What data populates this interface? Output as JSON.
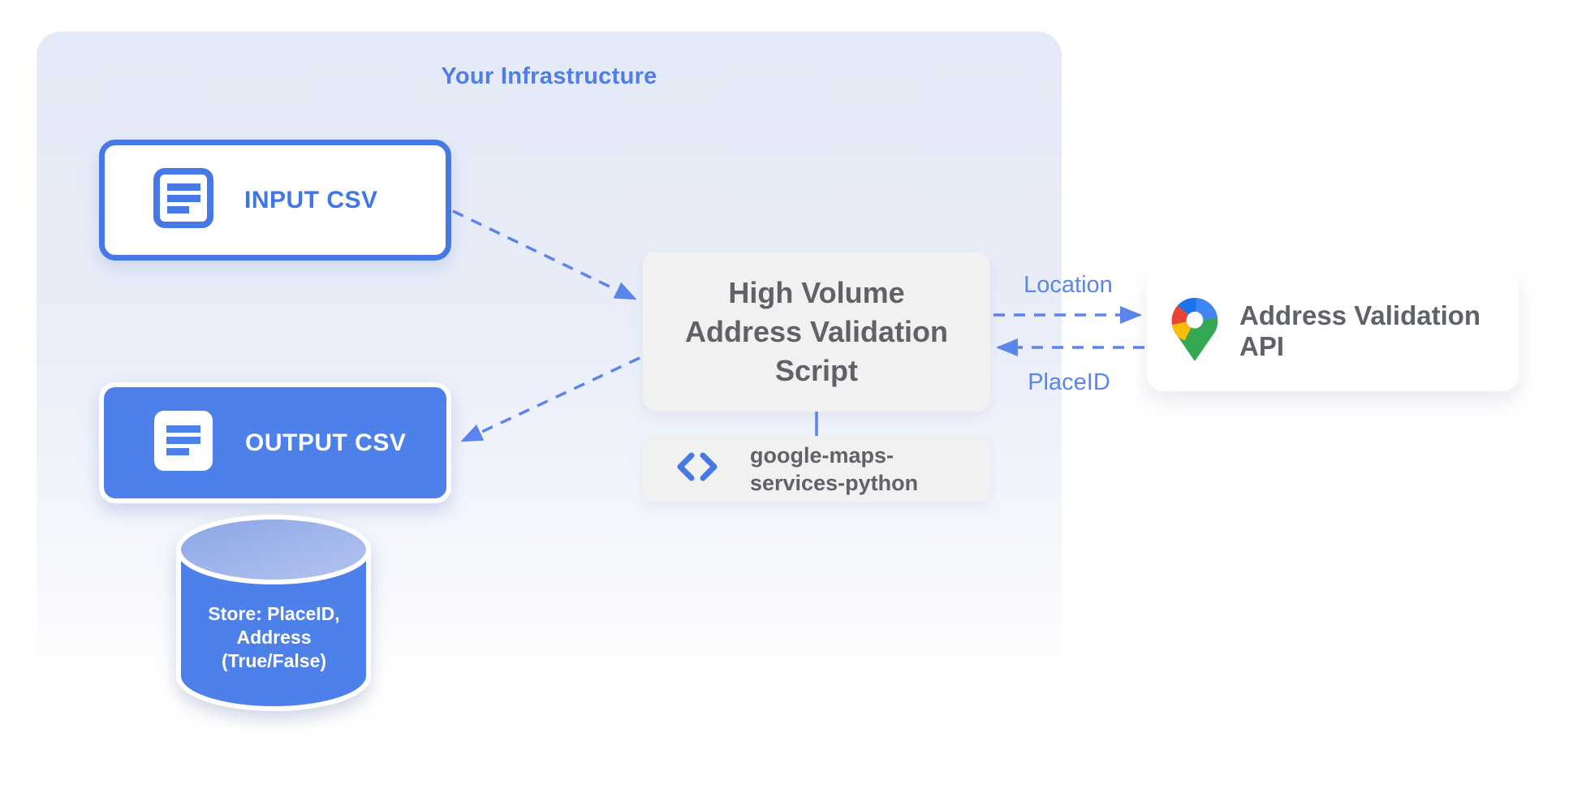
{
  "diagram": {
    "container": {
      "title": "Your Infrastructure"
    },
    "nodes": {
      "input_csv": {
        "label": "INPUT CSV",
        "icon": "document-icon"
      },
      "output_csv": {
        "label": "OUTPUT CSV",
        "icon": "document-icon"
      },
      "datastore": {
        "line1": "Store: PlaceID,",
        "line2": "Address",
        "line3": "(True/False)",
        "shape": "database-cylinder"
      },
      "script": {
        "line1": "High Volume",
        "line2": "Address Validation",
        "line3": "Script"
      },
      "library": {
        "line1": "google-maps-",
        "line2": "services-python",
        "icon": "code-icon"
      },
      "api": {
        "label": "Address Validation API",
        "icon": "maps-pin-icon"
      }
    },
    "edges": {
      "input_to_script": {
        "style": "dashed-arrow"
      },
      "script_to_output": {
        "style": "dashed-arrow"
      },
      "script_to_api": {
        "label": "Location",
        "style": "dashed-arrow"
      },
      "api_to_script": {
        "label": "PlaceID",
        "style": "dashed-arrow"
      },
      "script_to_library": {
        "style": "solid-line"
      }
    },
    "colors": {
      "accent_blue": "#4d7ee9",
      "node_fill_blue": "#4e80e9",
      "container_fill_top": "#e4e9f7",
      "container_fill_bottom": "#fdfeff",
      "gray_box_fill": "#f1f1f2",
      "dark_text": "#5f6368",
      "pin_red": "#EA4335",
      "pin_blue": "#4285F4",
      "pin_dark_blue": "#1A73E8",
      "pin_yellow": "#FBBC04",
      "pin_green": "#34A853"
    }
  }
}
